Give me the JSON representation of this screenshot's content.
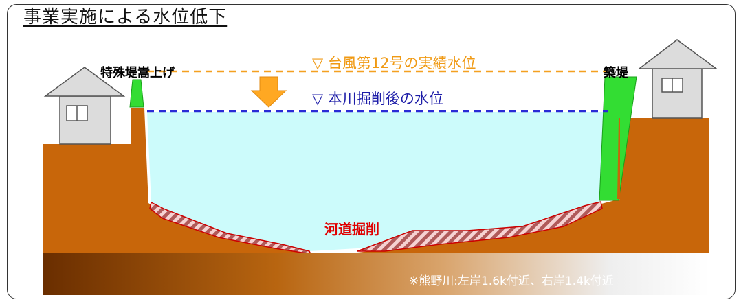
{
  "title": "事業実施による水位低下",
  "labels": {
    "left_bank": "特殊堤嵩上げ",
    "right_bank": "築堤",
    "typhoon_level": "▽ 台風第12号の実績水位",
    "post_excavation_level": "▽ 本川掘削後の水位",
    "excavation": "河道掘削",
    "note": "※熊野川:左岸1.6k付近、右岸1.4k付近"
  },
  "colors": {
    "ground": "#c8660a",
    "water": "#ccfbfb",
    "embankment_green": "#33dd33",
    "typhoon_line": "#f4a020",
    "after_line": "#2a2ad6",
    "excavation_red": "#e00000",
    "arrow": "#ffa822"
  }
}
